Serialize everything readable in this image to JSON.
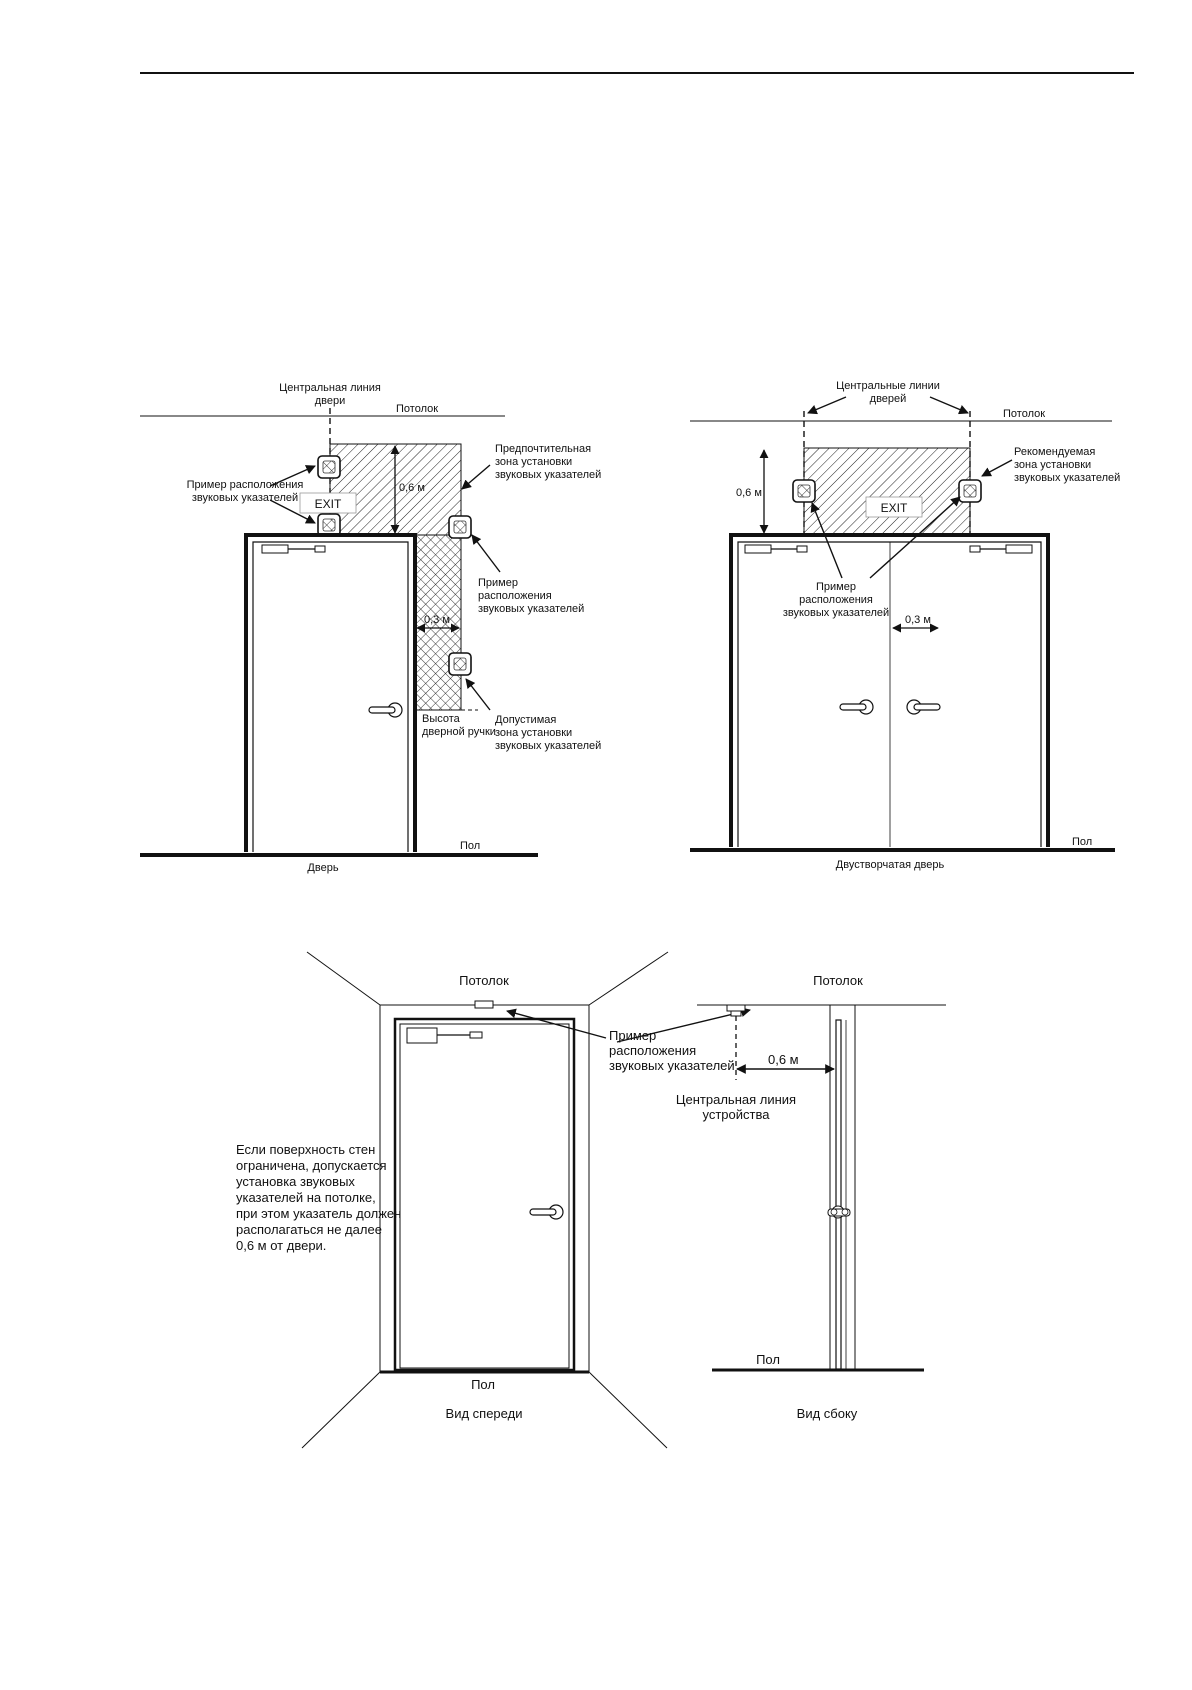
{
  "fig1": {
    "center_line": [
      "Центральная линия",
      "двери"
    ],
    "ceiling": "Потолок",
    "preferred_zone": [
      "Предпочтительная",
      "зона установки",
      "звуковых указателей"
    ],
    "example_left": [
      "Пример расположения",
      "звуковых указателей"
    ],
    "exit": "EXIT",
    "dim_06": "0,6 м",
    "example_right": [
      "Пример",
      "расположения",
      "звуковых указателей"
    ],
    "dim_03": "0,3 м",
    "handle_height": [
      "Высота",
      "дверной ручки"
    ],
    "allowed_zone": [
      "Допустимая",
      "зона установки",
      "звуковых указателей"
    ],
    "floor": "Пол",
    "caption": "Дверь"
  },
  "fig2": {
    "center_lines": [
      "Центральные линии",
      "дверей"
    ],
    "ceiling": "Потолок",
    "recommended_zone": [
      "Рекомендуемая",
      "зона установки",
      "звуковых указателей"
    ],
    "dim_06": "0,6 м",
    "exit": "EXIT",
    "example": [
      "Пример",
      "расположения",
      "звуковых указателей"
    ],
    "dim_03": "0,3 м",
    "floor": "Пол",
    "caption": "Двустворчатая дверь"
  },
  "fig3": {
    "ceiling_front": "Потолок",
    "ceiling_side": "Потолок",
    "example": [
      "Пример",
      "расположения",
      "звуковых указателей"
    ],
    "dim_06": "0,6 м",
    "device_center": [
      "Центральная линия",
      "устройства"
    ],
    "note": [
      "Если поверхность стен",
      "ограничена, допускается",
      "установка звуковых",
      "указателей на потолке,",
      "при этом указатель должен",
      "располагаться не далее",
      "0,6 м от двери."
    ],
    "floor_front": "Пол",
    "floor_side": "Пол",
    "caption_front": "Вид спереди",
    "caption_side": "Вид сбоку"
  }
}
